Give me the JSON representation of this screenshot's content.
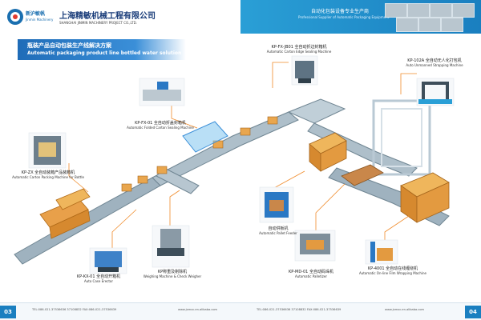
{
  "header": {
    "logo_cn": "新沪敏帆",
    "logo_en": "Jinmin Machinery",
    "company_cn": "上海精敏机械工程有限公司",
    "company_en": "SHANGHAI JINMIN MACHINERY PROJECT CO.,LTD.",
    "slogan_cn": "自动化包装设备专业生产商",
    "slogan_en": "Professional Supplier of Automatic Packaging Equipment"
  },
  "title": {
    "cn": "瓶装产品自动包装生产线解决方案",
    "en": "Automatic packaging product line bottled water solution"
  },
  "machines": [
    {
      "cn": "KP-FX-JB01 全自动折边封箱机",
      "en": "Automatic Carton Edge Sealing Machine"
    },
    {
      "cn": "KP-102A 全自动无人化打包机",
      "en": "Auto Unmanned Strapping Machine"
    },
    {
      "cn": "KP-FX-01 全自动折盖封箱机",
      "en": "Automatic Folded Carton Sealing Machine"
    },
    {
      "cn": "KP-ZX 全自动装箱产品装箱机",
      "en": "Automatic Carton Packing Machine for Bottle"
    },
    {
      "cn": "KP-KX-01 全自动开箱机",
      "en": "Auto Case Erector"
    },
    {
      "cn": "KP称重及剔除机",
      "en": "Weighing Machine & Check Weigher"
    },
    {
      "cn": "自动供板机",
      "en": "Automatic Pallet Feeder"
    },
    {
      "cn": "KP-MD-01 全自动码垛机",
      "en": "Automatic Palletizer"
    },
    {
      "cn": "KP-4001 全自动在线缠绕机",
      "en": "Automatic On-line Film Wrapping Machine"
    }
  ],
  "footer": {
    "page_left": "03",
    "page_right": "04",
    "contact_left": "TEL:086-021-37536636   37108832   FAX:086-021-37536639",
    "web_left": "www.jxmxc.en.alibaba.com",
    "contact_right": "TEL:086-021-37536636   37108832   FAX:086-021-37536639",
    "web_right": "www.jxmxc.en.alibaba.com"
  }
}
